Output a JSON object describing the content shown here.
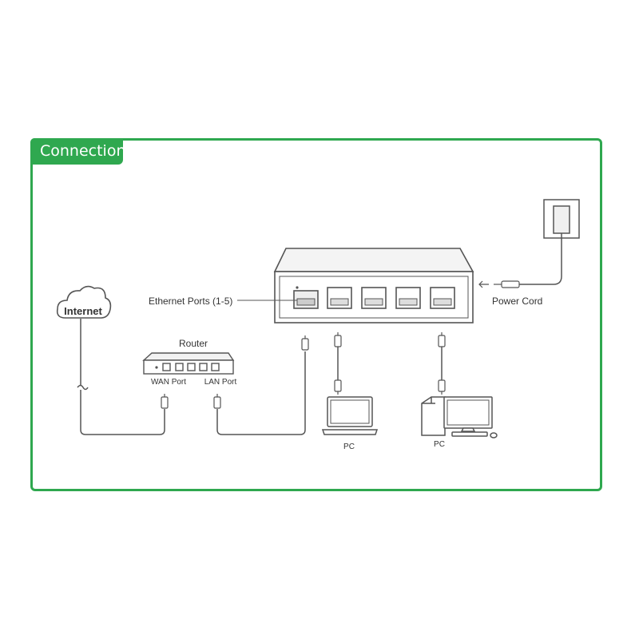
{
  "section": {
    "title": "Connection"
  },
  "labels": {
    "internet": "Internet",
    "ethernet_ports": "Ethernet Ports (1-5)",
    "power_cord": "Power Cord",
    "router": "Router",
    "wan_port": "WAN Port",
    "lan_port": "LAN Port",
    "pc_laptop": "PC",
    "pc_desktop": "PC"
  },
  "colors": {
    "accent": "#2fa84f",
    "line": "#555555"
  },
  "icons": [
    "cloud-icon",
    "switch-icon",
    "router-icon",
    "laptop-icon",
    "desktop-pc-icon",
    "power-adapter-icon",
    "rj45-plug-icon"
  ]
}
